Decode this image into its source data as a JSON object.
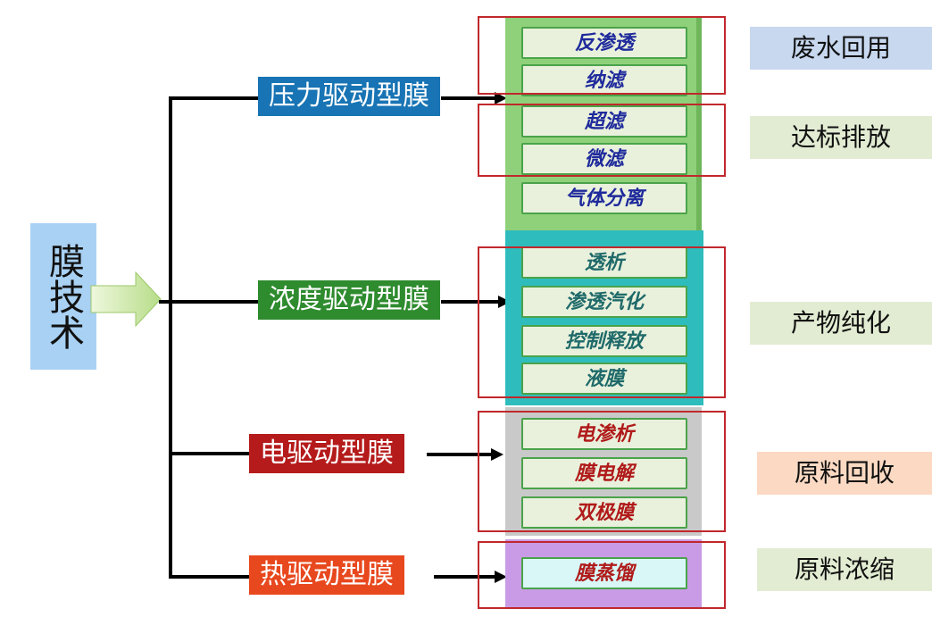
{
  "root": {
    "label": "膜技术"
  },
  "categories": [
    {
      "label": "压力驱动型膜",
      "color": "#1874b4"
    },
    {
      "label": "浓度驱动型膜",
      "color": "#2e8b2e"
    },
    {
      "label": "电驱动型膜",
      "color": "#b51b1b"
    },
    {
      "label": "热驱动型膜",
      "color": "#e8481e"
    }
  ],
  "items": {
    "pressure": [
      "反渗透",
      "纳滤",
      "超滤",
      "微滤",
      "气体分离"
    ],
    "concentration": [
      "透析",
      "渗透汽化",
      "控制释放",
      "液膜"
    ],
    "electric": [
      "电渗析",
      "膜电解",
      "双极膜"
    ],
    "thermal": [
      "膜蒸馏"
    ]
  },
  "applications": [
    {
      "label": "废水回用",
      "color": "#c7d8ef"
    },
    {
      "label": "达标排放",
      "color": "#e2ecd2"
    },
    {
      "label": "产物纯化",
      "color": "#e2ecd2"
    },
    {
      "label": "原料回收",
      "color": "#fbd9c2"
    },
    {
      "label": "原料浓缩",
      "color": "#e2ecd2"
    }
  ],
  "colors": {
    "item_text_blue": "#1f2a9c",
    "item_text_teal": "#1f6a6a",
    "item_text_red": "#b01a1a",
    "panel_green": "#8fd17a",
    "panel_teal": "#2fbcbc",
    "panel_gray": "#c9c9c9",
    "panel_purple": "#c99be6",
    "frame_red": "#c0282c"
  }
}
